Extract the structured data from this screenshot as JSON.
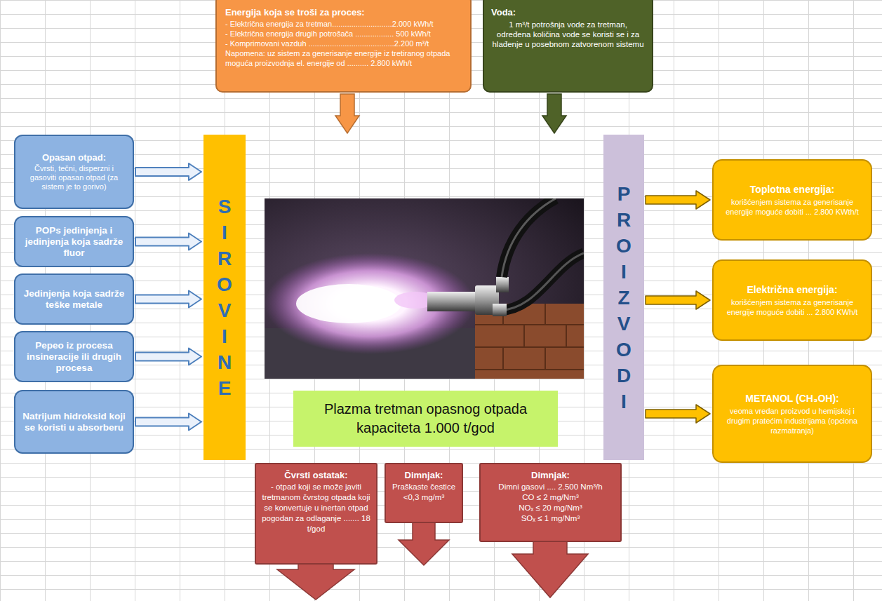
{
  "diagram": {
    "nodes": [
      {
        "text": [
          "Energija koja se troši za proces:",
          "- Električna energija za tretman............................2.000 kWh/t",
          "- Električna energija drugih potrošača .................. 500 kWh/t",
          "- Komprimovani vazduh ........................................2.200 m³/t",
          "Napomena: uz sistem za generisanje energije iz tretiranog otpada moguća proizvodnja el. energije od .......... 2.800 kWh/t"
        ]
      },
      {
        "text": [
          "Voda:",
          "1 m³/t potrošnja vode za tretman, određena količina vode se koristi se i za hlađenje u posebnom zatvorenom sistemu"
        ]
      },
      {
        "text": [
          "Opasan otpad:",
          "Čvrsti, tečni, disperzni i gasoviti opasan otpad (za sistem je to gorivo)"
        ]
      },
      {
        "text": [
          "POPs jedinjenja i jedinjenja koja sadrže fluor"
        ]
      },
      {
        "text": [
          "Jedinjenja koja sadrže teške metale"
        ]
      },
      {
        "text": [
          "Pepeo iz procesa insineracije ili drugih procesa"
        ]
      },
      {
        "text": [
          "Natrijum hidroksid koji se koristi u absorberu"
        ]
      },
      {
        "text": [
          "SIROVINE"
        ]
      },
      {
        "text": [
          "Plazma tretman opasnog otpada kapaciteta 1.000 t/god"
        ]
      },
      {
        "text": [
          "PROIZVODI"
        ]
      },
      {
        "text": [
          "Toplotna energija:",
          "korišćenjem sistema za generisanje energije moguće dobiti ... 2.800 KWth/t"
        ]
      },
      {
        "text": [
          "Električna energija:",
          "korišćenjem sistema za generisanje energije moguće dobiti ... 2.800 KWh/t"
        ]
      },
      {
        "text": [
          "METANOL (CH₃OH):",
          "veoma vredan proizvod u hemijskoj i drugim pratećim industrijama (opciona razmatranja)"
        ]
      },
      {
        "text": [
          "Čvrsti ostatak:",
          "- otpad koji se može javiti tretmanom čvrstog otpada koji se konvertuje u inertan otpad pogodan za odlaganje ....... 18 t/god"
        ]
      },
      {
        "text": [
          "Dimnjak:",
          "Praškaste čestice <0,3 mg/m³"
        ]
      },
      {
        "text": [
          "Dimnjak:",
          "Dimni gasovi .... 2.500 Nm³/h",
          "CO ≤ 2 mg/Nm³",
          "NOₓ ≤ 20 mg/Nm³",
          "SOₓ ≤ 1 mg/Nm³"
        ]
      }
    ],
    "edges": [
      {
        "from": 2,
        "to": 7,
        "arrow": "to"
      },
      {
        "from": 3,
        "to": 7,
        "arrow": "to"
      },
      {
        "from": 4,
        "to": 7,
        "arrow": "to"
      },
      {
        "from": 5,
        "to": 7,
        "arrow": "to"
      },
      {
        "from": 6,
        "to": 7,
        "arrow": "to"
      },
      {
        "from": 9,
        "to": 10,
        "arrow": "to"
      },
      {
        "from": 9,
        "to": 11,
        "arrow": "to"
      },
      {
        "from": 9,
        "to": 12,
        "arrow": "to"
      }
    ]
  }
}
